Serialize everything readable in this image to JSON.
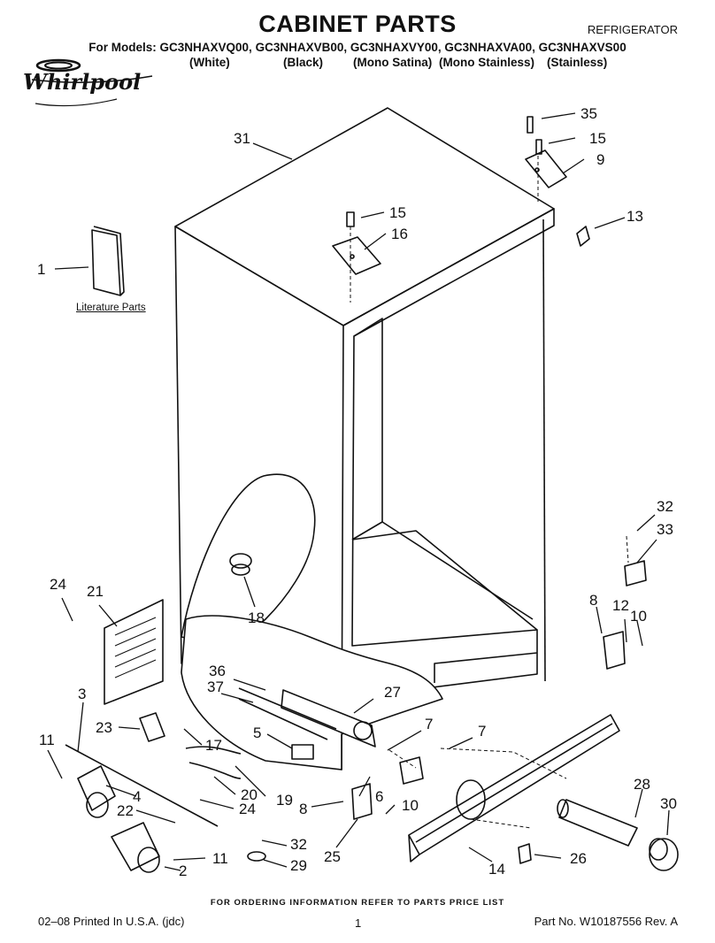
{
  "header": {
    "title": "CABINET PARTS",
    "category": "REFRIGERATOR",
    "models_line": "For Models: GC3NHAXVQ00, GC3NHAXVB00, GC3NHAXVY00, GC3NHAXVA00, GC3NHAXVS00",
    "finishes": [
      "(White)",
      "(Black)",
      "(Mono Satina)",
      "(Mono Stainless)",
      "(Stainless)"
    ],
    "brand": "Whirlpool"
  },
  "literature_label": "Literature Parts",
  "callouts": [
    "31",
    "35",
    "15",
    "9",
    "15",
    "16",
    "13",
    "1",
    "32",
    "33",
    "24",
    "21",
    "18",
    "8",
    "12",
    "10",
    "3",
    "36",
    "27",
    "37",
    "7",
    "7",
    "23",
    "17",
    "5",
    "11",
    "20",
    "19",
    "4",
    "24",
    "22",
    "8",
    "6",
    "10",
    "28",
    "30",
    "25",
    "32",
    "26",
    "14",
    "11",
    "29",
    "2"
  ],
  "footer": {
    "note": "FOR ORDERING INFORMATION REFER TO PARTS PRICE LIST",
    "print_info": "02–08 Printed In U.S.A. (jdc)",
    "page": "1",
    "part_number": "Part No. W10187556 Rev. A"
  }
}
